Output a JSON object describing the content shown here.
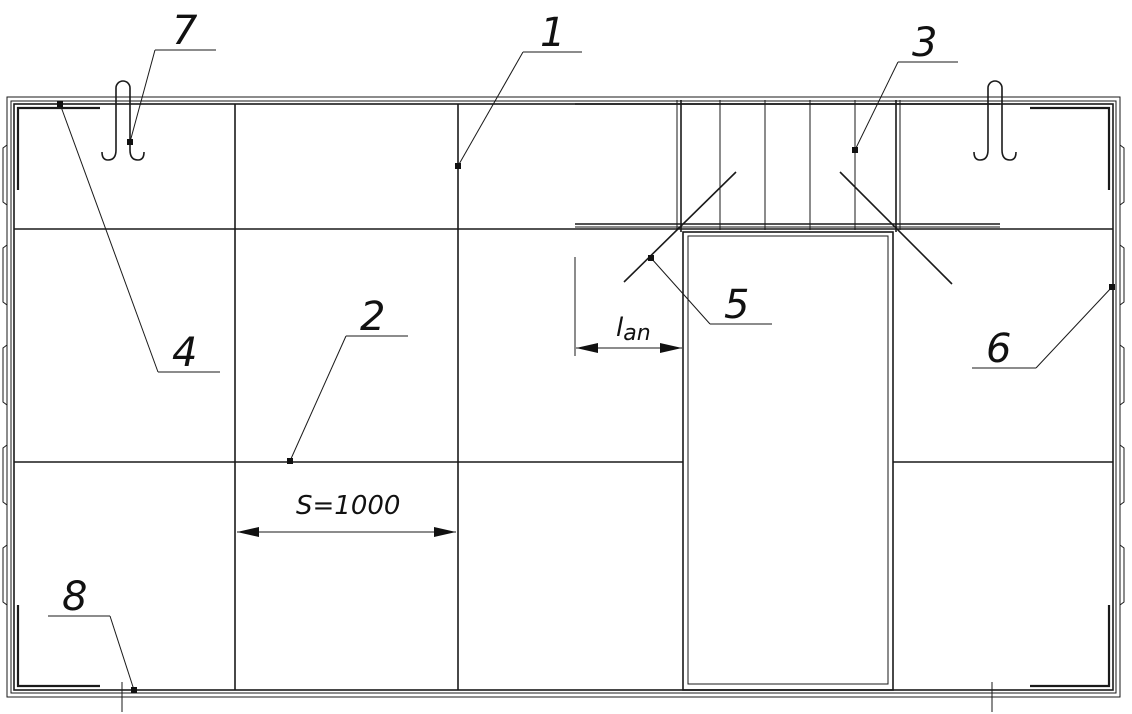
{
  "callouts": {
    "c1": "1",
    "c2": "2",
    "c3": "3",
    "c4": "4",
    "c5": "5",
    "c6": "6",
    "c7": "7",
    "c8": "8"
  },
  "dimensions": {
    "spacing": "S=1000",
    "anchorage": "l",
    "anchorage_sub": "an"
  }
}
